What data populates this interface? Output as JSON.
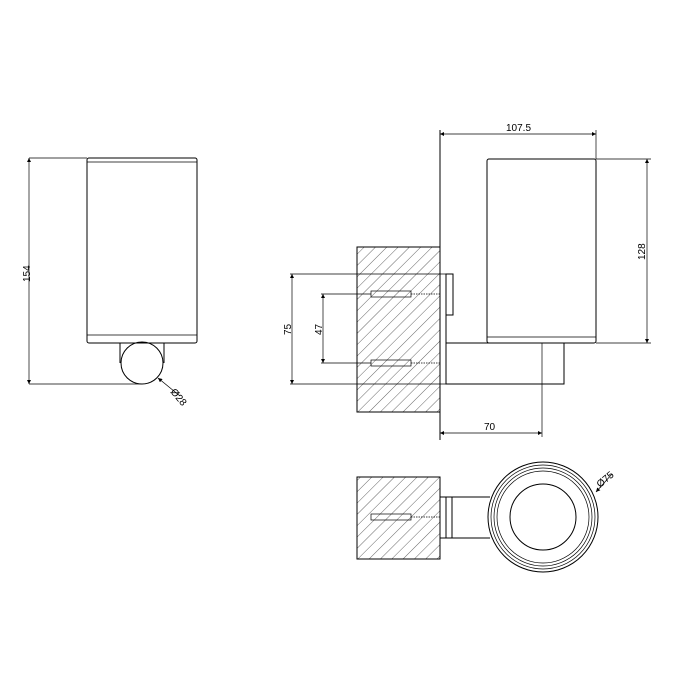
{
  "dimensions": {
    "total_height": "154",
    "arm_diameter": "Ø28",
    "projection": "107.5",
    "cup_height": "128",
    "plate_height": "75",
    "screw_spacing": "47",
    "arm_length": "70",
    "cup_diameter": "Ø75"
  },
  "colors": {
    "line": "#000000",
    "background": "#ffffff"
  }
}
